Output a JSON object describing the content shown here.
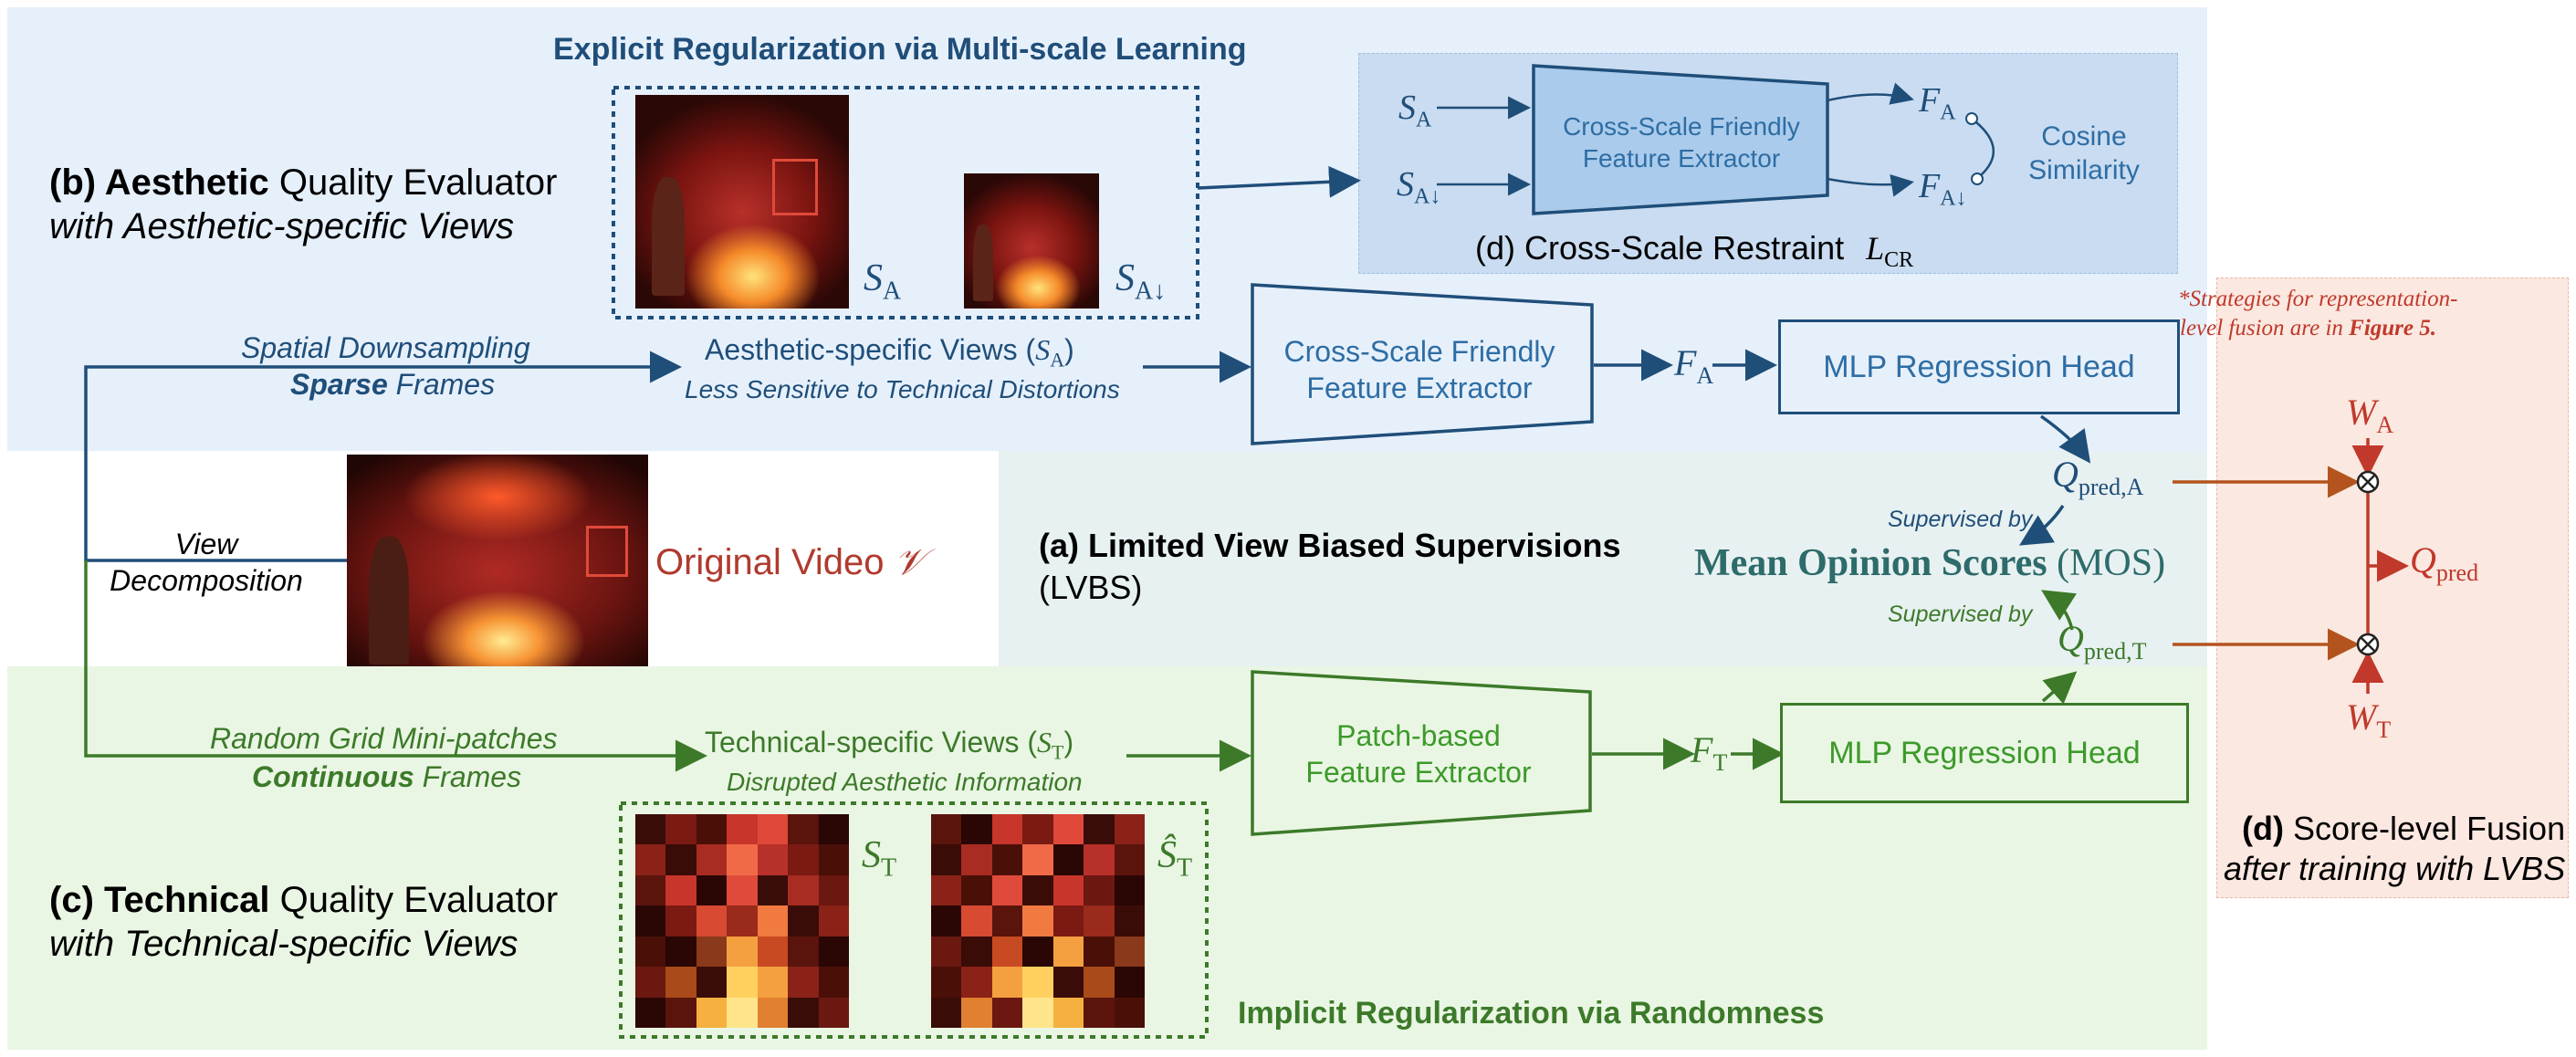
{
  "colors": {
    "aesthetic": "#1f4e79",
    "aesthetic_text": "#2e6da4",
    "technical": "#3c7a2a",
    "fusion": "#c0392b",
    "fusion_arrow": "#b3541e",
    "mos": "#2e6b6b",
    "bg_aesthetic": "#e6f0fb",
    "bg_crossscale": "#c9dcf1",
    "bg_technical": "#eaf6e4",
    "bg_supervision": "#e8f1f1",
    "bg_fusion": "#fbe8e0"
  },
  "top_title": "Explicit Regularization via Multi-scale Learning",
  "aesthetic_evaluator": {
    "label_prefix": "(b) ",
    "label_bold": "Aesthetic",
    "label_rest": " Quality Evaluator",
    "sublabel": "with Aesthetic-specific Views"
  },
  "aesthetic_views": {
    "sa_label": "S",
    "sa_sub": "A",
    "sa_down_label": "S",
    "sa_down_sub": "A↓"
  },
  "cross_scale": {
    "input_a": "S",
    "input_a_sub": "A",
    "input_b": "S",
    "input_b_sub": "A↓",
    "extractor": "Cross-Scale Friendly Feature Extractor",
    "out_a": "F",
    "out_a_sub": "A",
    "out_b": "F",
    "out_b_sub": "A↓",
    "cosine": "Cosine Similarity",
    "restraint_label": "(d) Cross-Scale Restraint",
    "restraint_symbol": "L",
    "restraint_sub": "CR"
  },
  "aesthetic_branch": {
    "path_label_1": "Spatial Downsampling",
    "path_label_2_bold": "Sparse",
    "path_label_2_rest": " Frames",
    "views_label": "Aesthetic-specific Views (",
    "views_symbol": "S",
    "views_sub": "A",
    "views_close": ")",
    "views_note": "Less Sensitive to Technical Distortions",
    "extractor": "Cross-Scale Friendly Feature Extractor",
    "feature": "F",
    "feature_sub": "A",
    "head": "MLP Regression Head",
    "q_pred": "Q",
    "q_pred_sub": "pred,A"
  },
  "decomposition": {
    "label": "View Decomposition",
    "original_video": "Original Video ",
    "original_video_symbol": "𝒱"
  },
  "supervision": {
    "label_bold": "(a) Limited View Biased Supervisions",
    "label_rest": "(LVBS)",
    "supervised_by_1": "Supervised by",
    "supervised_by_2": "Supervised by",
    "mos": "Mean Opinion Scores",
    "mos_abbr": "(MOS)"
  },
  "technical_branch": {
    "path_label_1": "Random Grid Mini-patches",
    "path_label_2_bold": "Continuous",
    "path_label_2_rest": " Frames",
    "views_label": "Technical-specific Views (",
    "views_symbol": "S",
    "views_sub": "T",
    "views_close": ")",
    "views_note": "Disrupted Aesthetic Information",
    "extractor": "Patch-based Feature Extractor",
    "feature": "F",
    "feature_sub": "T",
    "head": "MLP Regression Head",
    "q_pred": "Q",
    "q_pred_sub": "pred,T"
  },
  "technical_evaluator": {
    "label_prefix": "(c) ",
    "label_bold": "Technical",
    "label_rest": " Quality Evaluator",
    "sublabel": "with Technical-specific Views"
  },
  "technical_views": {
    "st_label": "S",
    "st_sub": "T",
    "st_hat_label": "Ŝ",
    "st_hat_sub": "T"
  },
  "bottom_title": "Implicit Regularization via Randomness",
  "fusion": {
    "note_1": "*Strategies for representation-",
    "note_2_a": "level fusion are in ",
    "note_2_b": "Figure 5.",
    "wa": "W",
    "wa_sub": "A",
    "wt": "W",
    "wt_sub": "T",
    "q": "Q",
    "q_sub": "pred",
    "label_bold": "(d)",
    "label_rest": " Score-level Fusion",
    "sublabel": "after training with LVBS"
  }
}
